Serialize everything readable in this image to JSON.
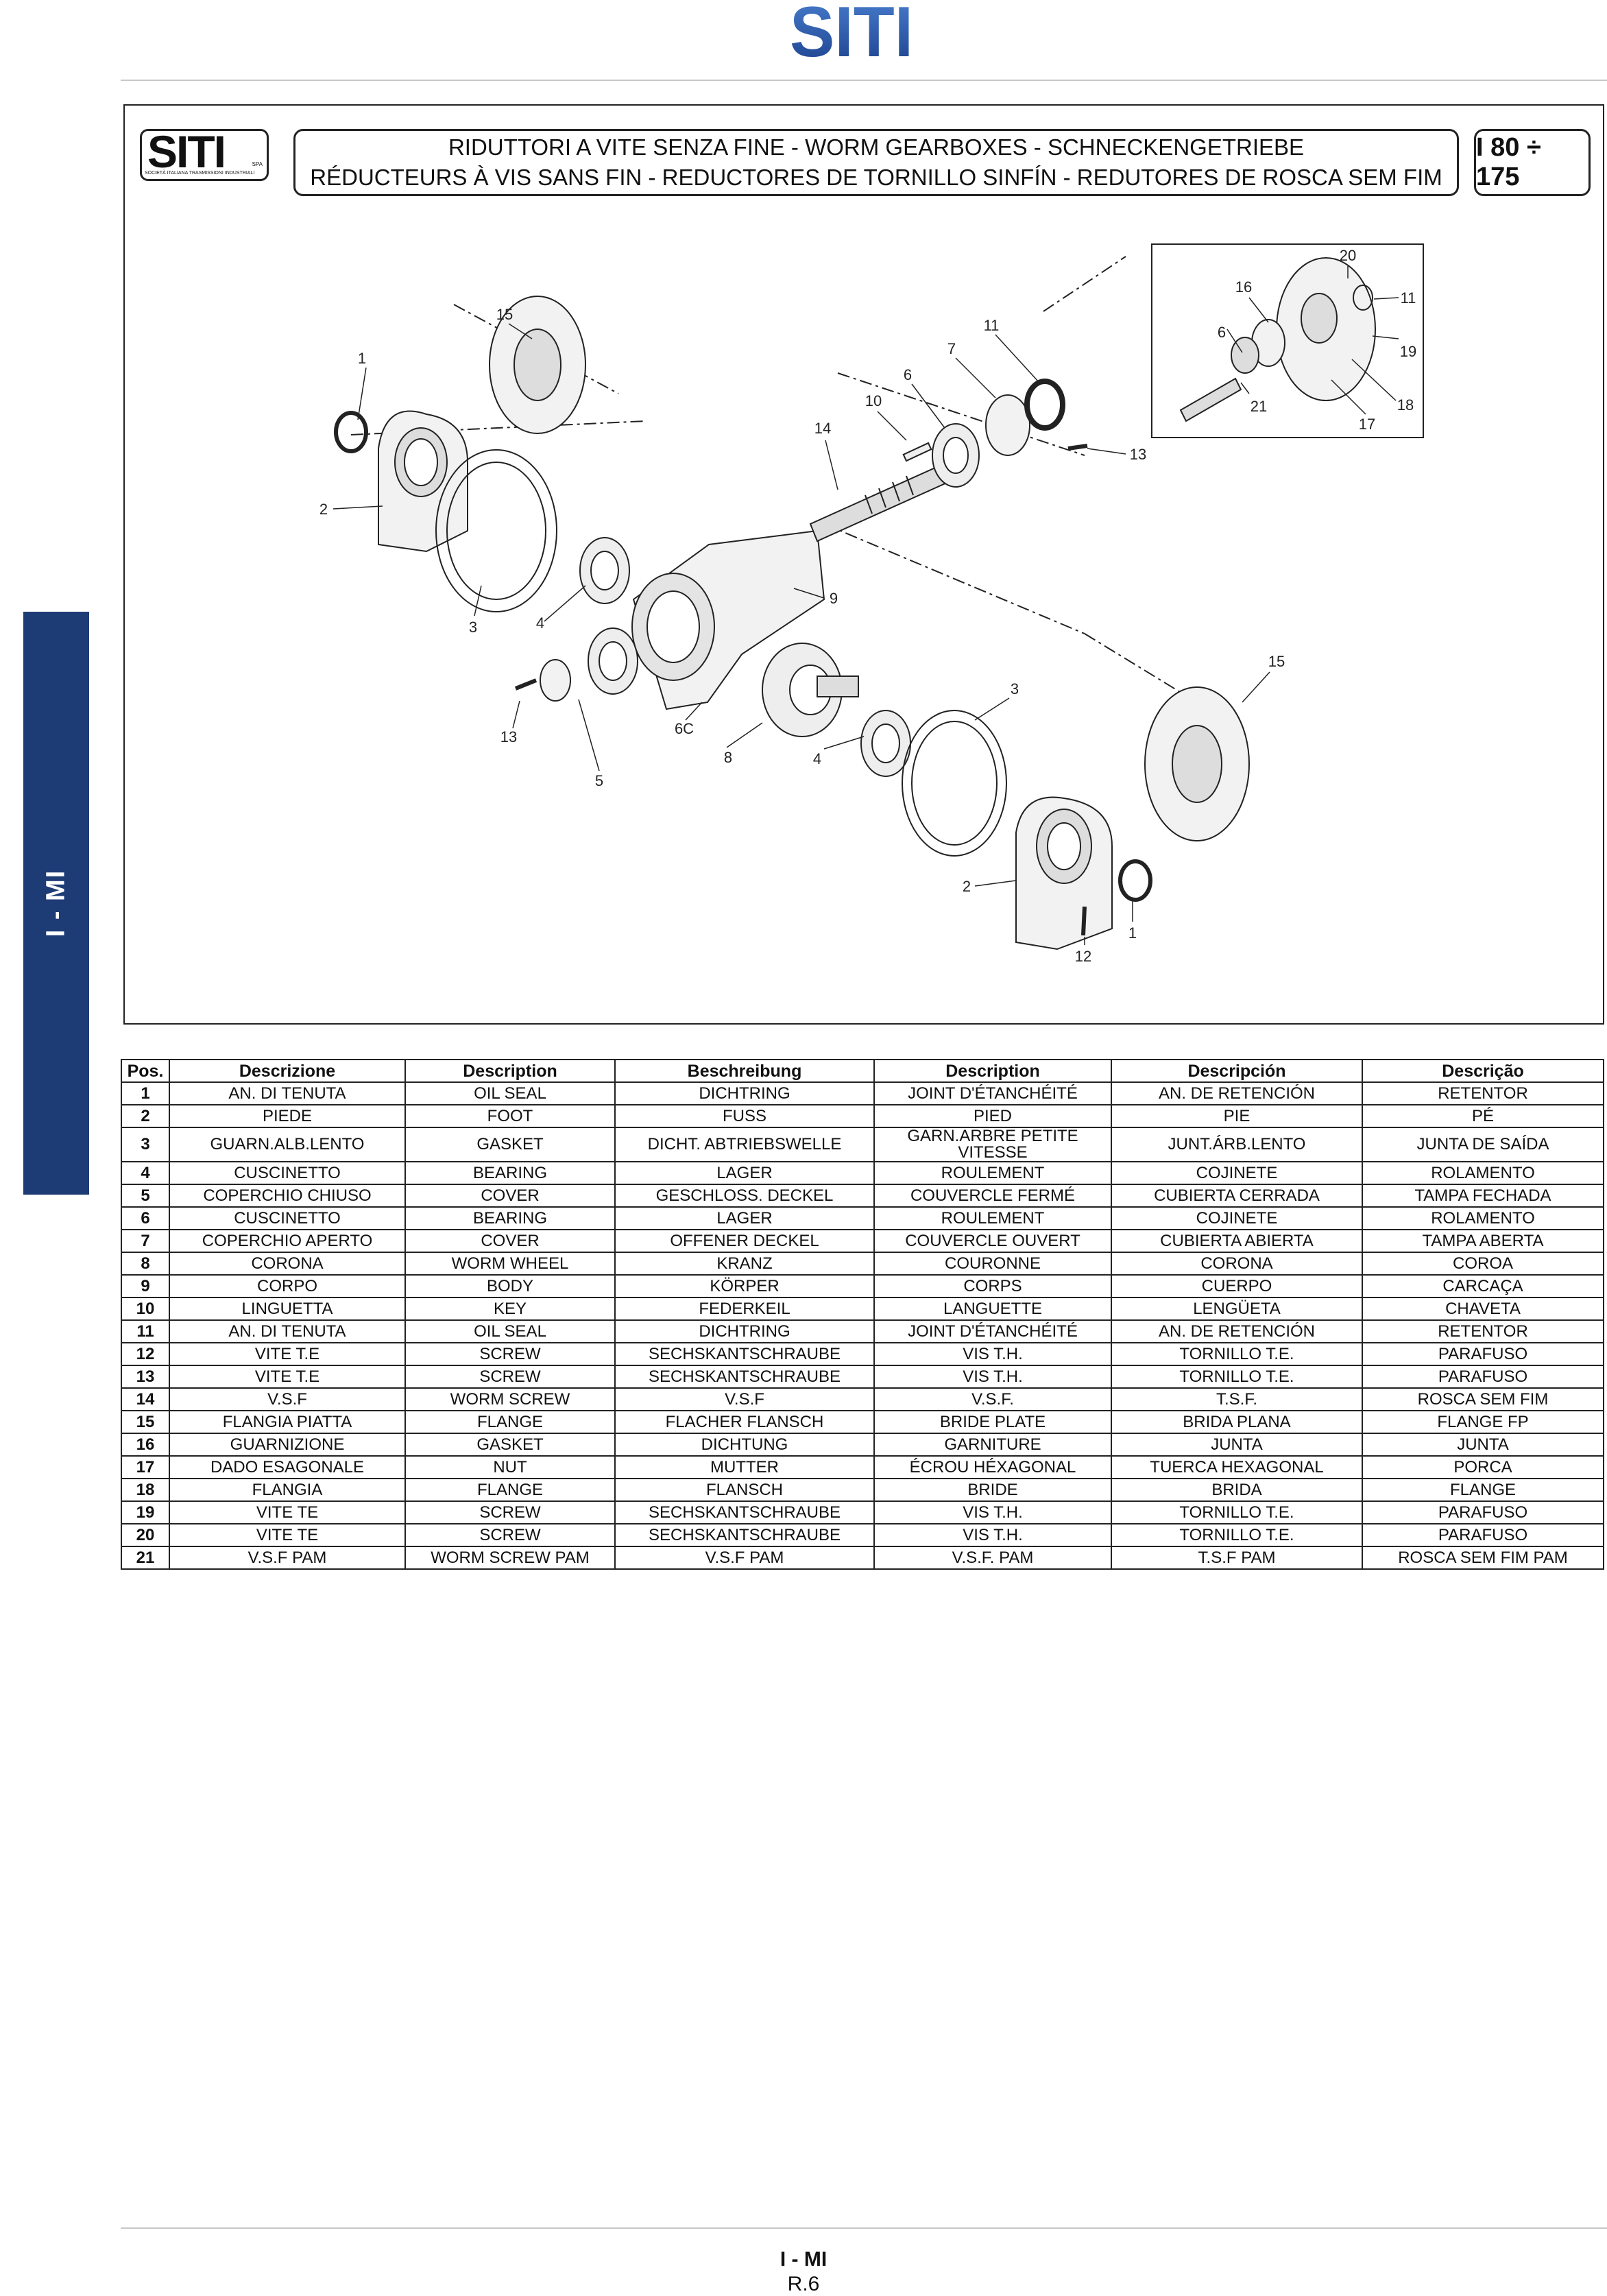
{
  "header": {
    "brand": "SITI"
  },
  "side_tab": {
    "label": "I - MI"
  },
  "frame": {
    "logo_text": "SITI",
    "logo_spa": "SPA",
    "logo_caption": "SOCIETÀ ITALIANA TRASMISSIONI INDUSTRIALI",
    "title_line1": "RIDUTTORI A VITE SENZA FINE - WORM GEARBOXES - SCHNECKENGETRIEBE",
    "title_line2": "RÉDUCTEURS À VIS SANS FIN - REDUCTORES DE TORNILLO SINFÍN  - REDUTORES DE ROSCA SEM FIM",
    "range": "I 80 ÷ 175"
  },
  "drawing": {
    "callouts": [
      "1",
      "2",
      "3",
      "4",
      "15",
      "13",
      "5",
      "6C",
      "8",
      "9",
      "14",
      "10",
      "6",
      "7",
      "11",
      "13",
      "3",
      "4",
      "15",
      "2",
      "12",
      "1",
      "20",
      "16",
      "6",
      "11",
      "19",
      "21",
      "18",
      "17"
    ]
  },
  "table": {
    "headers": [
      "Pos.",
      "Descrizione",
      "Description",
      "Beschreibung",
      "Description",
      "Descripción",
      "Descrição"
    ],
    "rows": [
      [
        "1",
        "AN. DI TENUTA",
        "OIL SEAL",
        "DICHTRING",
        "JOINT D'ÉTANCHÉITÉ",
        "AN. DE RETENCIÓN",
        "RETENTOR"
      ],
      [
        "2",
        "PIEDE",
        "FOOT",
        "FUSS",
        "PIED",
        "PIE",
        "PÉ"
      ],
      [
        "3",
        "GUARN.ALB.LENTO",
        "GASKET",
        "DICHT. ABTRIEBSWELLE",
        "GARN.ARBRE PETITE VITESSE",
        "JUNT.ÁRB.LENTO",
        "JUNTA DE SAÍDA"
      ],
      [
        "4",
        "CUSCINETTO",
        "BEARING",
        "LAGER",
        "ROULEMENT",
        "COJINETE",
        "ROLAMENTO"
      ],
      [
        "5",
        "COPERCHIO CHIUSO",
        "COVER",
        "GESCHLOSS. DECKEL",
        "COUVERCLE FERMÉ",
        "CUBIERTA CERRADA",
        "TAMPA FECHADA"
      ],
      [
        "6",
        "CUSCINETTO",
        "BEARING",
        "LAGER",
        "ROULEMENT",
        "COJINETE",
        "ROLAMENTO"
      ],
      [
        "7",
        "COPERCHIO APERTO",
        "COVER",
        "OFFENER DECKEL",
        "COUVERCLE OUVERT",
        "CUBIERTA ABIERTA",
        "TAMPA ABERTA"
      ],
      [
        "8",
        "CORONA",
        "WORM WHEEL",
        "KRANZ",
        "COURONNE",
        "CORONA",
        "COROA"
      ],
      [
        "9",
        "CORPO",
        "BODY",
        "KÖRPER",
        "CORPS",
        "CUERPO",
        "CARCAÇA"
      ],
      [
        "10",
        "LINGUETTA",
        "KEY",
        "FEDERKEIL",
        "LANGUETTE",
        "LENGÜETA",
        "CHAVETA"
      ],
      [
        "11",
        "AN. DI TENUTA",
        "OIL SEAL",
        "DICHTRING",
        "JOINT D'ÉTANCHÉITÉ",
        "AN. DE RETENCIÓN",
        "RETENTOR"
      ],
      [
        "12",
        "VITE T.E",
        "SCREW",
        "SECHSKANTSCHRAUBE",
        "VIS T.H.",
        "TORNILLO T.E.",
        "PARAFUSO"
      ],
      [
        "13",
        "VITE T.E",
        "SCREW",
        "SECHSKANTSCHRAUBE",
        "VIS T.H.",
        "TORNILLO T.E.",
        "PARAFUSO"
      ],
      [
        "14",
        "V.S.F",
        "WORM SCREW",
        "V.S.F",
        "V.S.F.",
        "T.S.F.",
        "ROSCA SEM FIM"
      ],
      [
        "15",
        "FLANGIA PIATTA",
        "FLANGE",
        "FLACHER FLANSCH",
        "BRIDE PLATE",
        "BRIDA PLANA",
        "FLANGE FP"
      ],
      [
        "16",
        "GUARNIZIONE",
        "GASKET",
        "DICHTUNG",
        "GARNITURE",
        "JUNTA",
        "JUNTA"
      ],
      [
        "17",
        "DADO ESAGONALE",
        "NUT",
        "MUTTER",
        "ÉCROU HÉXAGONAL",
        "TUERCA HEXAGONAL",
        "PORCA"
      ],
      [
        "18",
        "FLANGIA",
        "FLANGE",
        "FLANSCH",
        "BRIDE",
        "BRIDA",
        "FLANGE"
      ],
      [
        "19",
        "VITE TE",
        "SCREW",
        "SECHSKANTSCHRAUBE",
        "VIS T.H.",
        "TORNILLO T.E.",
        "PARAFUSO"
      ],
      [
        "20",
        "VITE TE",
        "SCREW",
        "SECHSKANTSCHRAUBE",
        "VIS T.H.",
        "TORNILLO T.E.",
        "PARAFUSO"
      ],
      [
        "21",
        "V.S.F PAM",
        "WORM SCREW PAM",
        "V.S.F PAM",
        "V.S.F. PAM",
        "T.S.F PAM",
        "ROSCA SEM FIM PAM"
      ]
    ]
  },
  "footer": {
    "code": "I - MI",
    "page": "R.6"
  }
}
